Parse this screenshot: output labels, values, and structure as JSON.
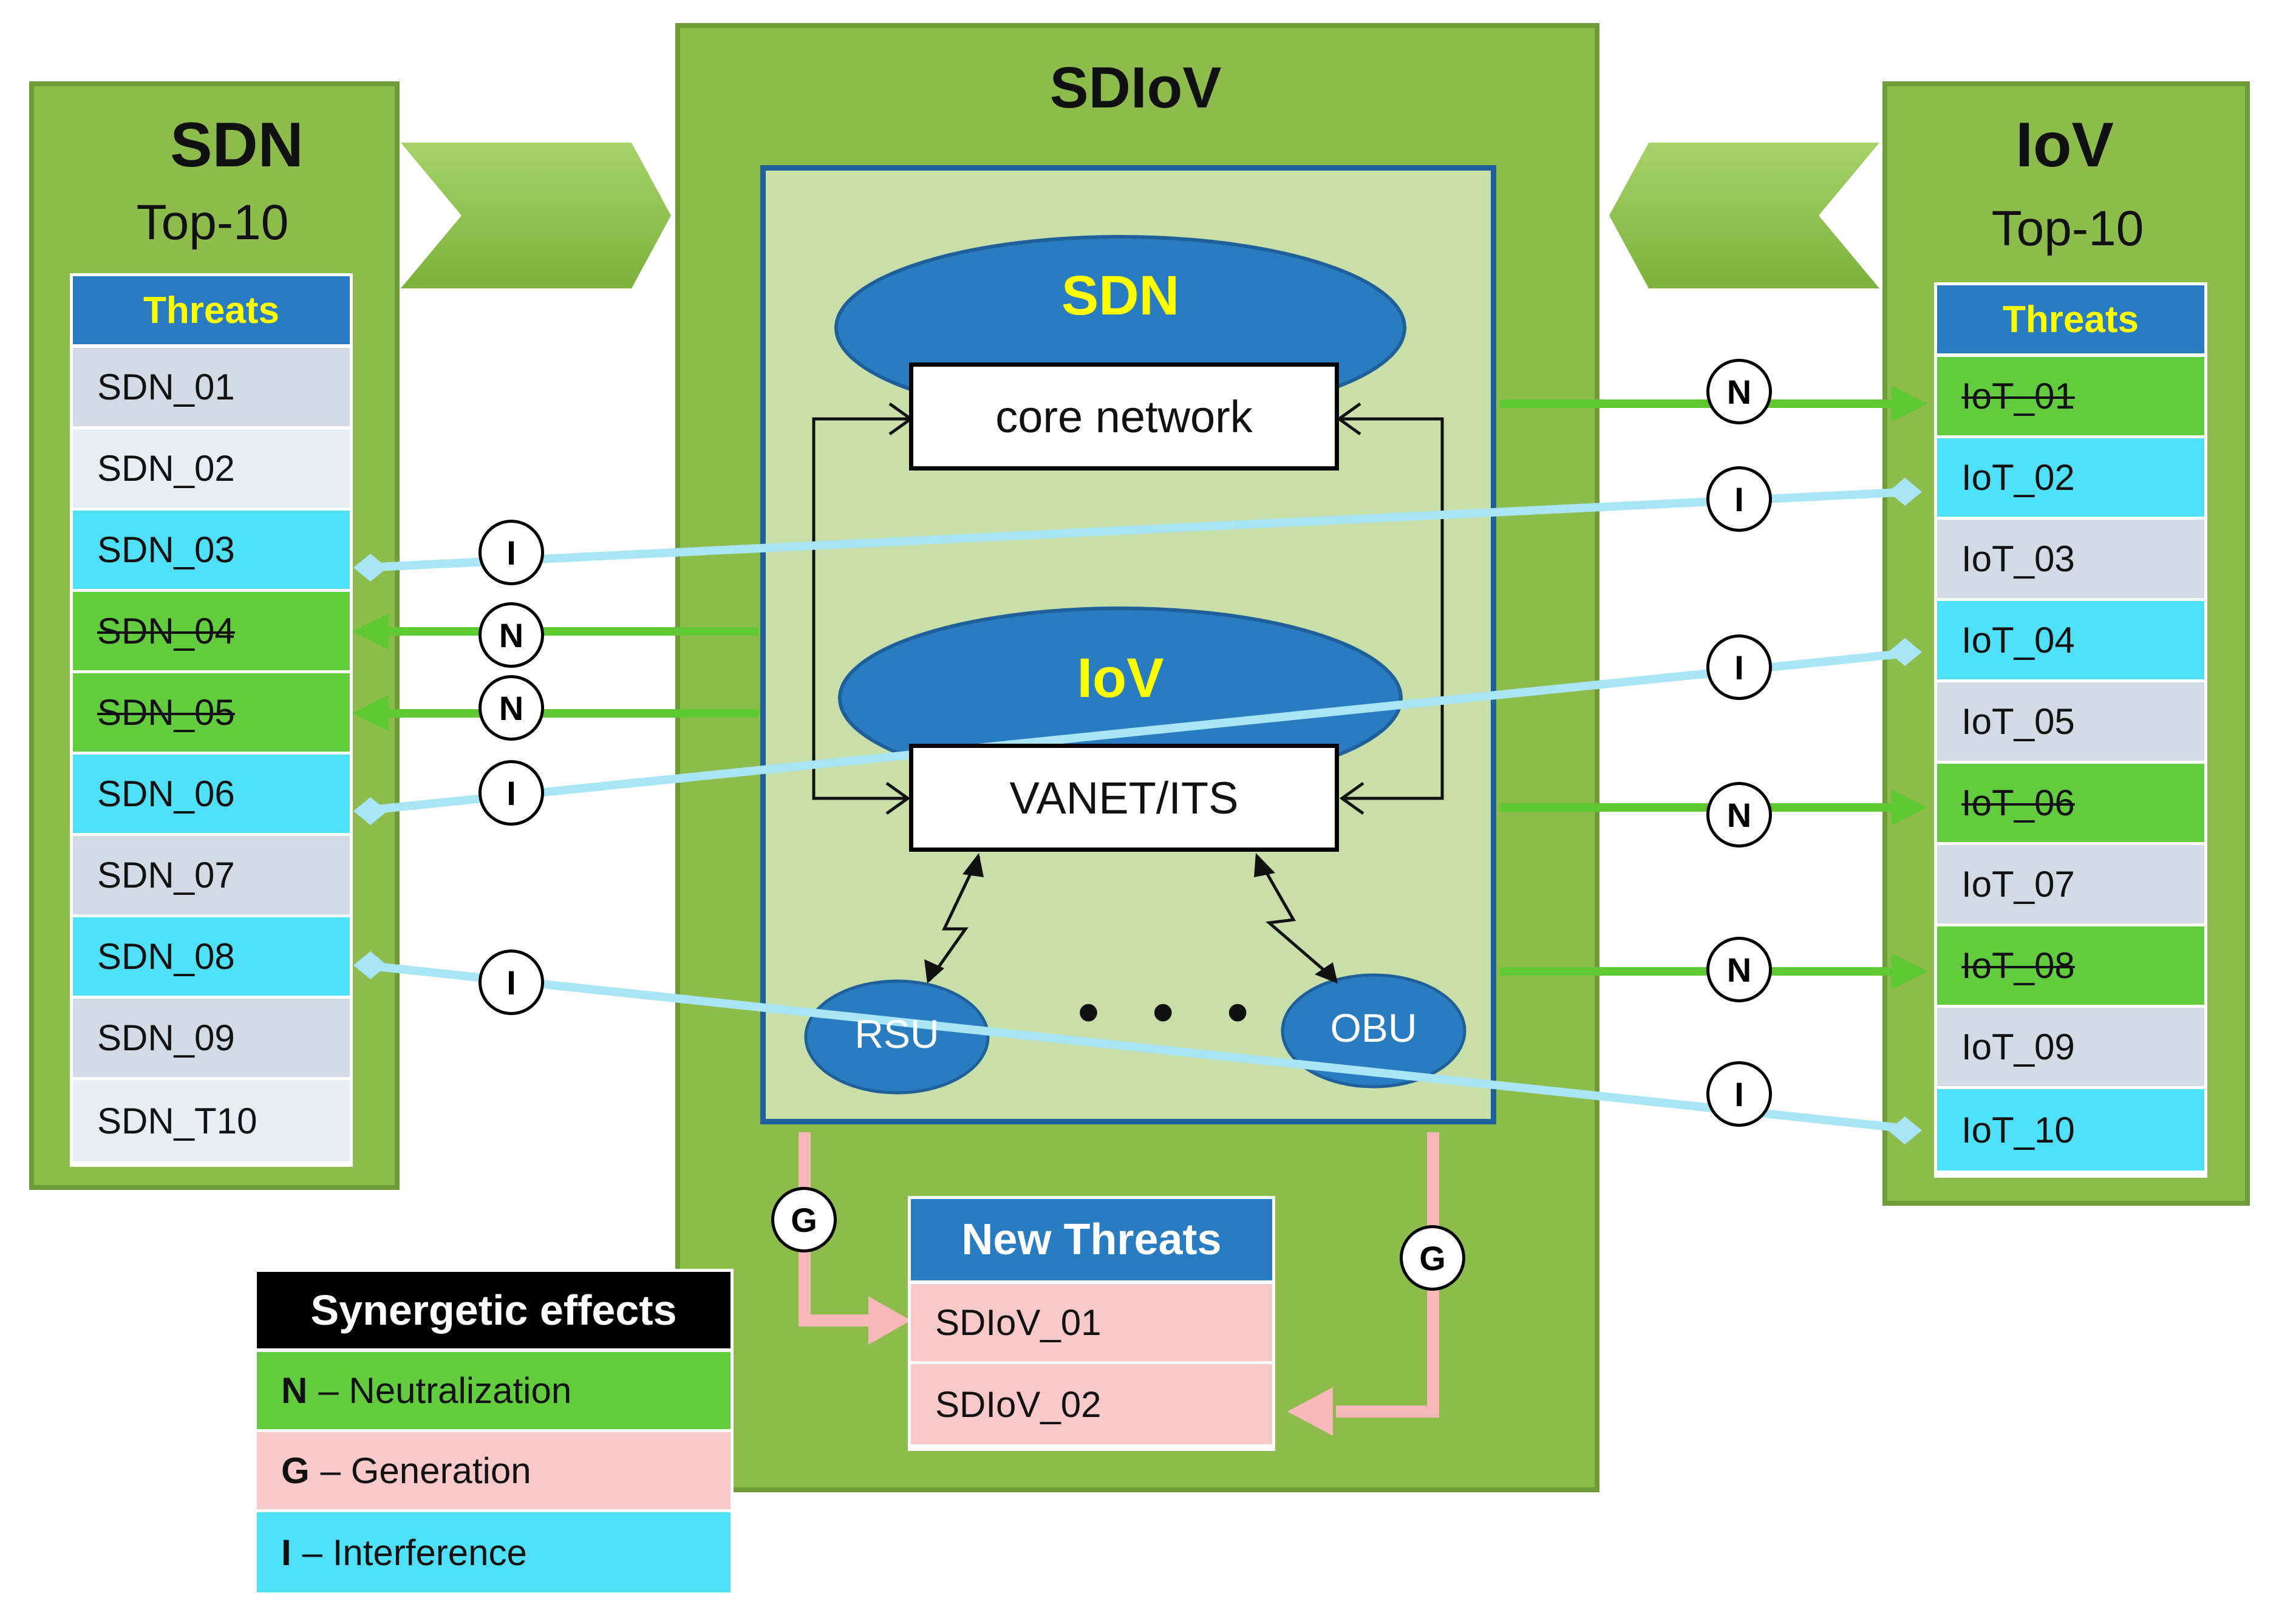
{
  "center": {
    "title": "SDIoV",
    "sdn_label": "SDN",
    "core_box": "core network",
    "iov_label": "IoV",
    "vanet_box": "VANET/ITS",
    "rsu": "RSU",
    "obu": "OBU",
    "ellipsis": "• • •"
  },
  "left": {
    "title": "SDN",
    "subtitle": "Top-10",
    "header": "Threats",
    "rows": [
      {
        "label": "SDN_01",
        "effect": "none"
      },
      {
        "label": "SDN_02",
        "effect": "none"
      },
      {
        "label": "SDN_03",
        "effect": "I"
      },
      {
        "label": "SDN_04",
        "effect": "N"
      },
      {
        "label": "SDN_05",
        "effect": "N"
      },
      {
        "label": "SDN_06",
        "effect": "I"
      },
      {
        "label": "SDN_07",
        "effect": "none"
      },
      {
        "label": "SDN_08",
        "effect": "I"
      },
      {
        "label": "SDN_09",
        "effect": "none"
      },
      {
        "label": "SDN_T10",
        "effect": "none"
      }
    ]
  },
  "right": {
    "title": "IoV",
    "subtitle": "Top-10",
    "header": "Threats",
    "rows": [
      {
        "label": "IoT_01",
        "effect": "N"
      },
      {
        "label": "IoT_02",
        "effect": "I"
      },
      {
        "label": "IoT_03",
        "effect": "none"
      },
      {
        "label": "IoT_04",
        "effect": "I"
      },
      {
        "label": "IoT_05",
        "effect": "none"
      },
      {
        "label": "IoT_06",
        "effect": "N"
      },
      {
        "label": "IoT_07",
        "effect": "none"
      },
      {
        "label": "IoT_08",
        "effect": "N"
      },
      {
        "label": "IoT_09",
        "effect": "none"
      },
      {
        "label": "IoT_10",
        "effect": "I"
      }
    ]
  },
  "new_threats": {
    "header": "New Threats",
    "rows": [
      "SDIoV_01",
      "SDIoV_02"
    ]
  },
  "legend": {
    "title": "Synergetic effects",
    "items": [
      {
        "key": "N",
        "text": "– Neutralization",
        "color": "#62cc3e"
      },
      {
        "key": "G",
        "text": "– Generation",
        "color": "#f9c9c9"
      },
      {
        "key": "I",
        "text": "– Interference",
        "color": "#4fe0f8"
      }
    ]
  },
  "badges": {
    "n": "N",
    "i": "I",
    "g": "G"
  },
  "colors": {
    "panel": "#8dbb4c",
    "inner": "#c8dfaa",
    "ellipse": "#2a7cc0",
    "neutralization": "#62cc3e",
    "generation": "#f9c9c9",
    "interference": "#4fe0f8",
    "link_n": "#5fc832",
    "link_i": "#a8e6f5",
    "link_g": "#f6b8b8"
  }
}
